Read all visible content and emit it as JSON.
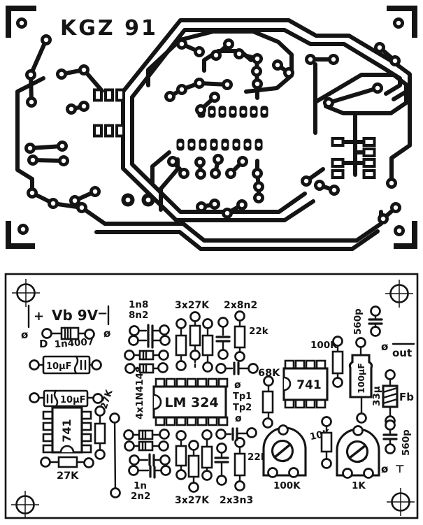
{
  "board": {
    "title": "KGZ 91"
  },
  "power": {
    "plus": "+",
    "supply": "Vb 9V",
    "minus": "−"
  },
  "symbols": {
    "pad": "ø",
    "ground": "⊤"
  },
  "test_points": {
    "tp1": "Tp1",
    "tp2": "Tp2"
  },
  "output": {
    "label": "out"
  },
  "components": {
    "diode_designator": "D",
    "rectifier_diode": "1n4007",
    "electrolytic_10uf": "10μF",
    "resistor_27k": "27K",
    "opamp_741": "741",
    "diode_array": "4x1N4148",
    "cap_1n8": "1n8",
    "cap_8n2": "8n2",
    "cap_1n": "1n",
    "cap_2n2": "2n2",
    "resistor_group_3x27k": "3x27K",
    "cap_group_2x8n2": "2x8n2",
    "resistor_22k_upper": "22k",
    "resistor_22k_lower": "22K",
    "quad_opamp_lm324": "LM 324",
    "cap_group_2x3n3": "2x3n3",
    "resistor_68k": "68K",
    "resistor_100k": "100K",
    "trimmer_100k": "100K",
    "resistor_10k": "10K",
    "trimmer_1k": "1K",
    "cap_560p": "560p",
    "electrolytic_100uf": "100μF",
    "inductor_33u": "33μ",
    "ferrite_bead": "Fb"
  }
}
